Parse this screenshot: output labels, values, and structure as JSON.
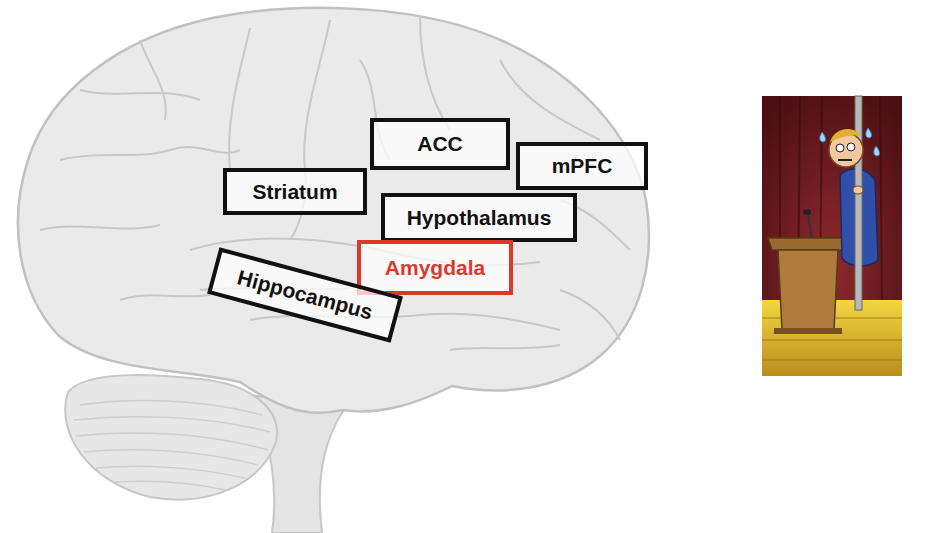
{
  "diagram": {
    "nodes": [
      {
        "text": [
          "ACC"
        ]
      },
      {
        "text": [
          "mPFC"
        ]
      },
      {
        "text": [
          "Striatum"
        ]
      },
      {
        "text": [
          "Hypothalamus"
        ]
      },
      {
        "text": [
          "Amygdala"
        ]
      },
      {
        "text": [
          "Hippocampus"
        ]
      }
    ]
  }
}
